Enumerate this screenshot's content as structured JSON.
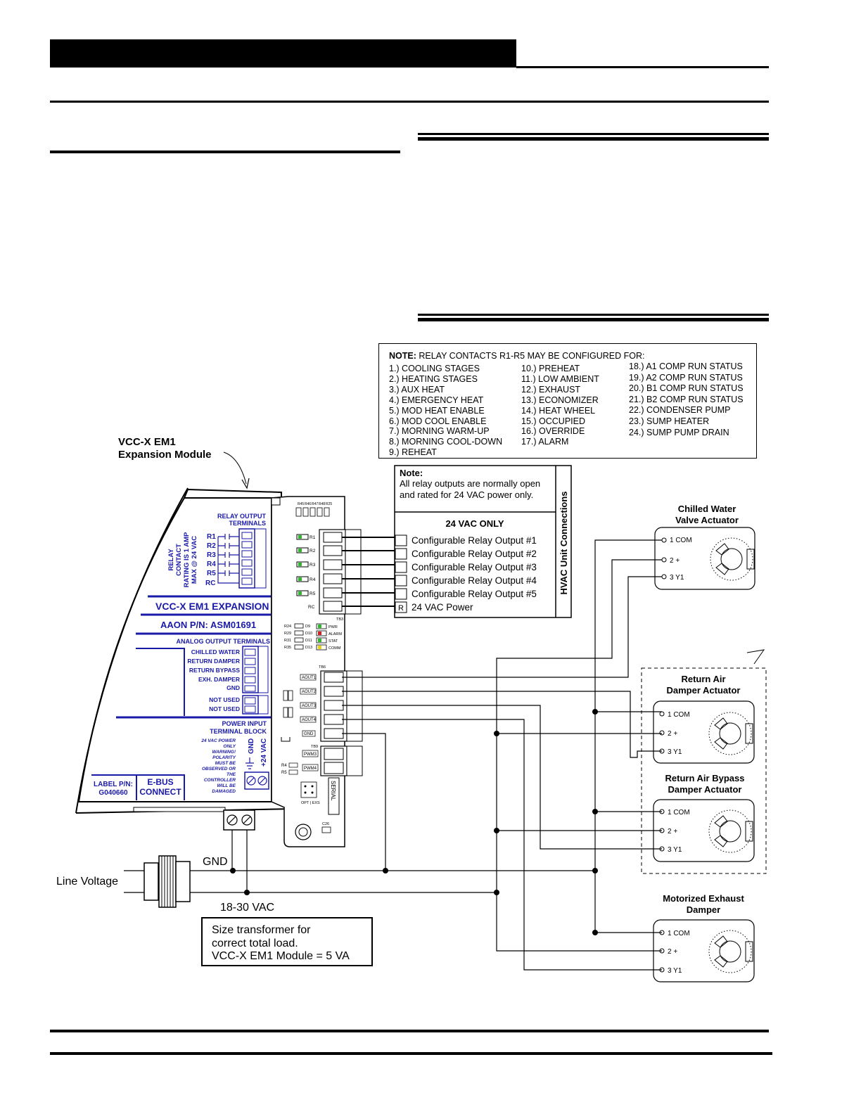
{
  "note_box": {
    "header_bold": "NOTE:",
    "header_rest": " RELAY CONTACTS R1-R5 MAY BE CONFIGURED FOR:",
    "col1": [
      "1.) COOLING STAGES",
      "2.) HEATING STAGES",
      "3.) AUX HEAT",
      "4.) EMERGENCY HEAT",
      "5.) MOD HEAT ENABLE",
      "6.) MOD COOL ENABLE",
      "7.) MORNING WARM-UP",
      "8.) MORNING COOL-DOWN",
      "9.) REHEAT"
    ],
    "col2": [
      "10.) PREHEAT",
      "11.) LOW AMBIENT",
      "12.) EXHAUST",
      "13.) ECONOMIZER",
      "14.) HEAT WHEEL",
      "15.) OCCUPIED",
      "16.) OVERRIDE",
      "17.) ALARM"
    ],
    "col3": [
      "18.) A1 COMP RUN STATUS",
      "19.) A2 COMP RUN STATUS",
      "20.) B1 COMP RUN STATUS",
      "21.) B2 COMP RUN STATUS",
      "22.) CONDENSER PUMP",
      "23.) SUMP HEATER",
      "24.) SUMP PUMP DRAIN"
    ]
  },
  "module_label": {
    "line1": "VCC-X EM1",
    "line2": "Expansion Module"
  },
  "relay_note": {
    "title": "Note:",
    "line1": "All relay outputs are normally open",
    "line2": "and rated for 24 VAC power only.",
    "subtitle": "24 VAC ONLY",
    "side_label": "HVAC Unit Connections",
    "outputs": [
      {
        "box": "",
        "label": "Configurable Relay Output #1"
      },
      {
        "box": "",
        "label": "Configurable Relay Output #2"
      },
      {
        "box": "",
        "label": "Configurable Relay Output #3"
      },
      {
        "box": "",
        "label": "Configurable Relay Output #4"
      },
      {
        "box": "",
        "label": "Configurable Relay Output #5"
      },
      {
        "box": "R",
        "label": "24 VAC Power"
      }
    ]
  },
  "board": {
    "relay_output_terminals": [
      "RELAY OUTPUT",
      "TERMINALS"
    ],
    "relay_rating": [
      "RELAY",
      "CONTACT",
      "RATING IS 1 AMP",
      "MAX @ 24 VAC"
    ],
    "relay_terms": [
      "R1",
      "R2",
      "R3",
      "R4",
      "R5",
      "RC"
    ],
    "title": "VCC-X EM1 EXPANSION",
    "pn": "AAON P/N:  ASM01691",
    "analog_header": "ANALOG OUTPUT TERMINALS",
    "analog_items": [
      "CHILLED WATER",
      "RETURN DAMPER",
      "RETURN BYPASS",
      "EXH. DAMPER",
      "GND"
    ],
    "not_used": [
      "NOT USED",
      "NOT USED"
    ],
    "power_header": [
      "POWER INPUT",
      "TERMINAL BLOCK"
    ],
    "power_warning": [
      "24 VAC POWER",
      "ONLY",
      "WARNING!",
      "POLARITY",
      "MUST BE",
      "OBSERVED OR",
      "THE",
      "CONTROLLER",
      "WILL BE",
      "DAMAGED"
    ],
    "power_terms": [
      "GND",
      "+24 VAC"
    ],
    "label_pn": [
      "LABEL P/N:",
      "G040660"
    ],
    "ebus": [
      "E-BUS",
      "CONNECT"
    ],
    "relay_pcb": [
      "R1",
      "R2",
      "R3",
      "R4",
      "R5",
      "RC"
    ],
    "aout_pcb": [
      "AOUT1",
      "AOUT2",
      "AOUT3",
      "AOUT4",
      "GND"
    ],
    "pwm_pcb": [
      "PWM3",
      "PWM4"
    ],
    "led_labels": [
      "PWR",
      "ALARM",
      "STAT",
      "COMM"
    ],
    "serial": "SERIAL"
  },
  "actuators": [
    {
      "name": [
        "Chilled Water",
        "Valve Actuator"
      ],
      "terms": [
        "1  COM",
        "2  +",
        "3  Y1"
      ]
    },
    {
      "name": [
        "Return Air",
        "Damper Actuator"
      ],
      "terms": [
        "1  COM",
        "2  +",
        "3  Y1"
      ]
    },
    {
      "name": [
        "Return Air Bypass",
        "Damper Actuator"
      ],
      "terms": [
        "1  COM",
        "2  +",
        "3  Y1"
      ]
    },
    {
      "name": [
        "Motorized Exhaust",
        "Damper"
      ],
      "terms": [
        "1  COM",
        "2  +",
        "3  Y1"
      ]
    }
  ],
  "power": {
    "gnd": "GND",
    "line_voltage": "Line Voltage",
    "vac": "18-30 VAC",
    "transformer_note": [
      "Size transformer for",
      "correct total load.",
      "VCC-X EM1 Module = 5 VA"
    ]
  },
  "colors": {
    "ink": "#000000",
    "blue": "#1a1aa8",
    "led_green": "#2db82d",
    "led_red": "#d22020",
    "led_yellow": "#e6d41a"
  }
}
